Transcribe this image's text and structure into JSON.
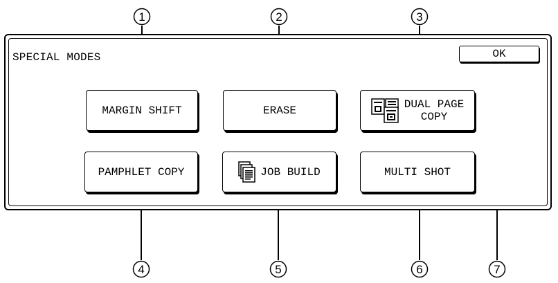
{
  "panel": {
    "title": "SPECIAL MODES",
    "ok_label": "OK"
  },
  "buttons": {
    "margin_shift": "MARGIN SHIFT",
    "erase": "ERASE",
    "dual_page_copy_line1": "DUAL PAGE",
    "dual_page_copy_line2": "COPY",
    "pamphlet_copy": "PAMPHLET COPY",
    "job_build": "JOB BUILD",
    "multi_shot": "MULTI SHOT"
  },
  "callouts": [
    "1",
    "2",
    "3",
    "4",
    "5",
    "6",
    "7"
  ],
  "icons": {
    "dual_page_copy": "dual-page-copy-icon",
    "job_build": "stacked-documents-icon"
  }
}
